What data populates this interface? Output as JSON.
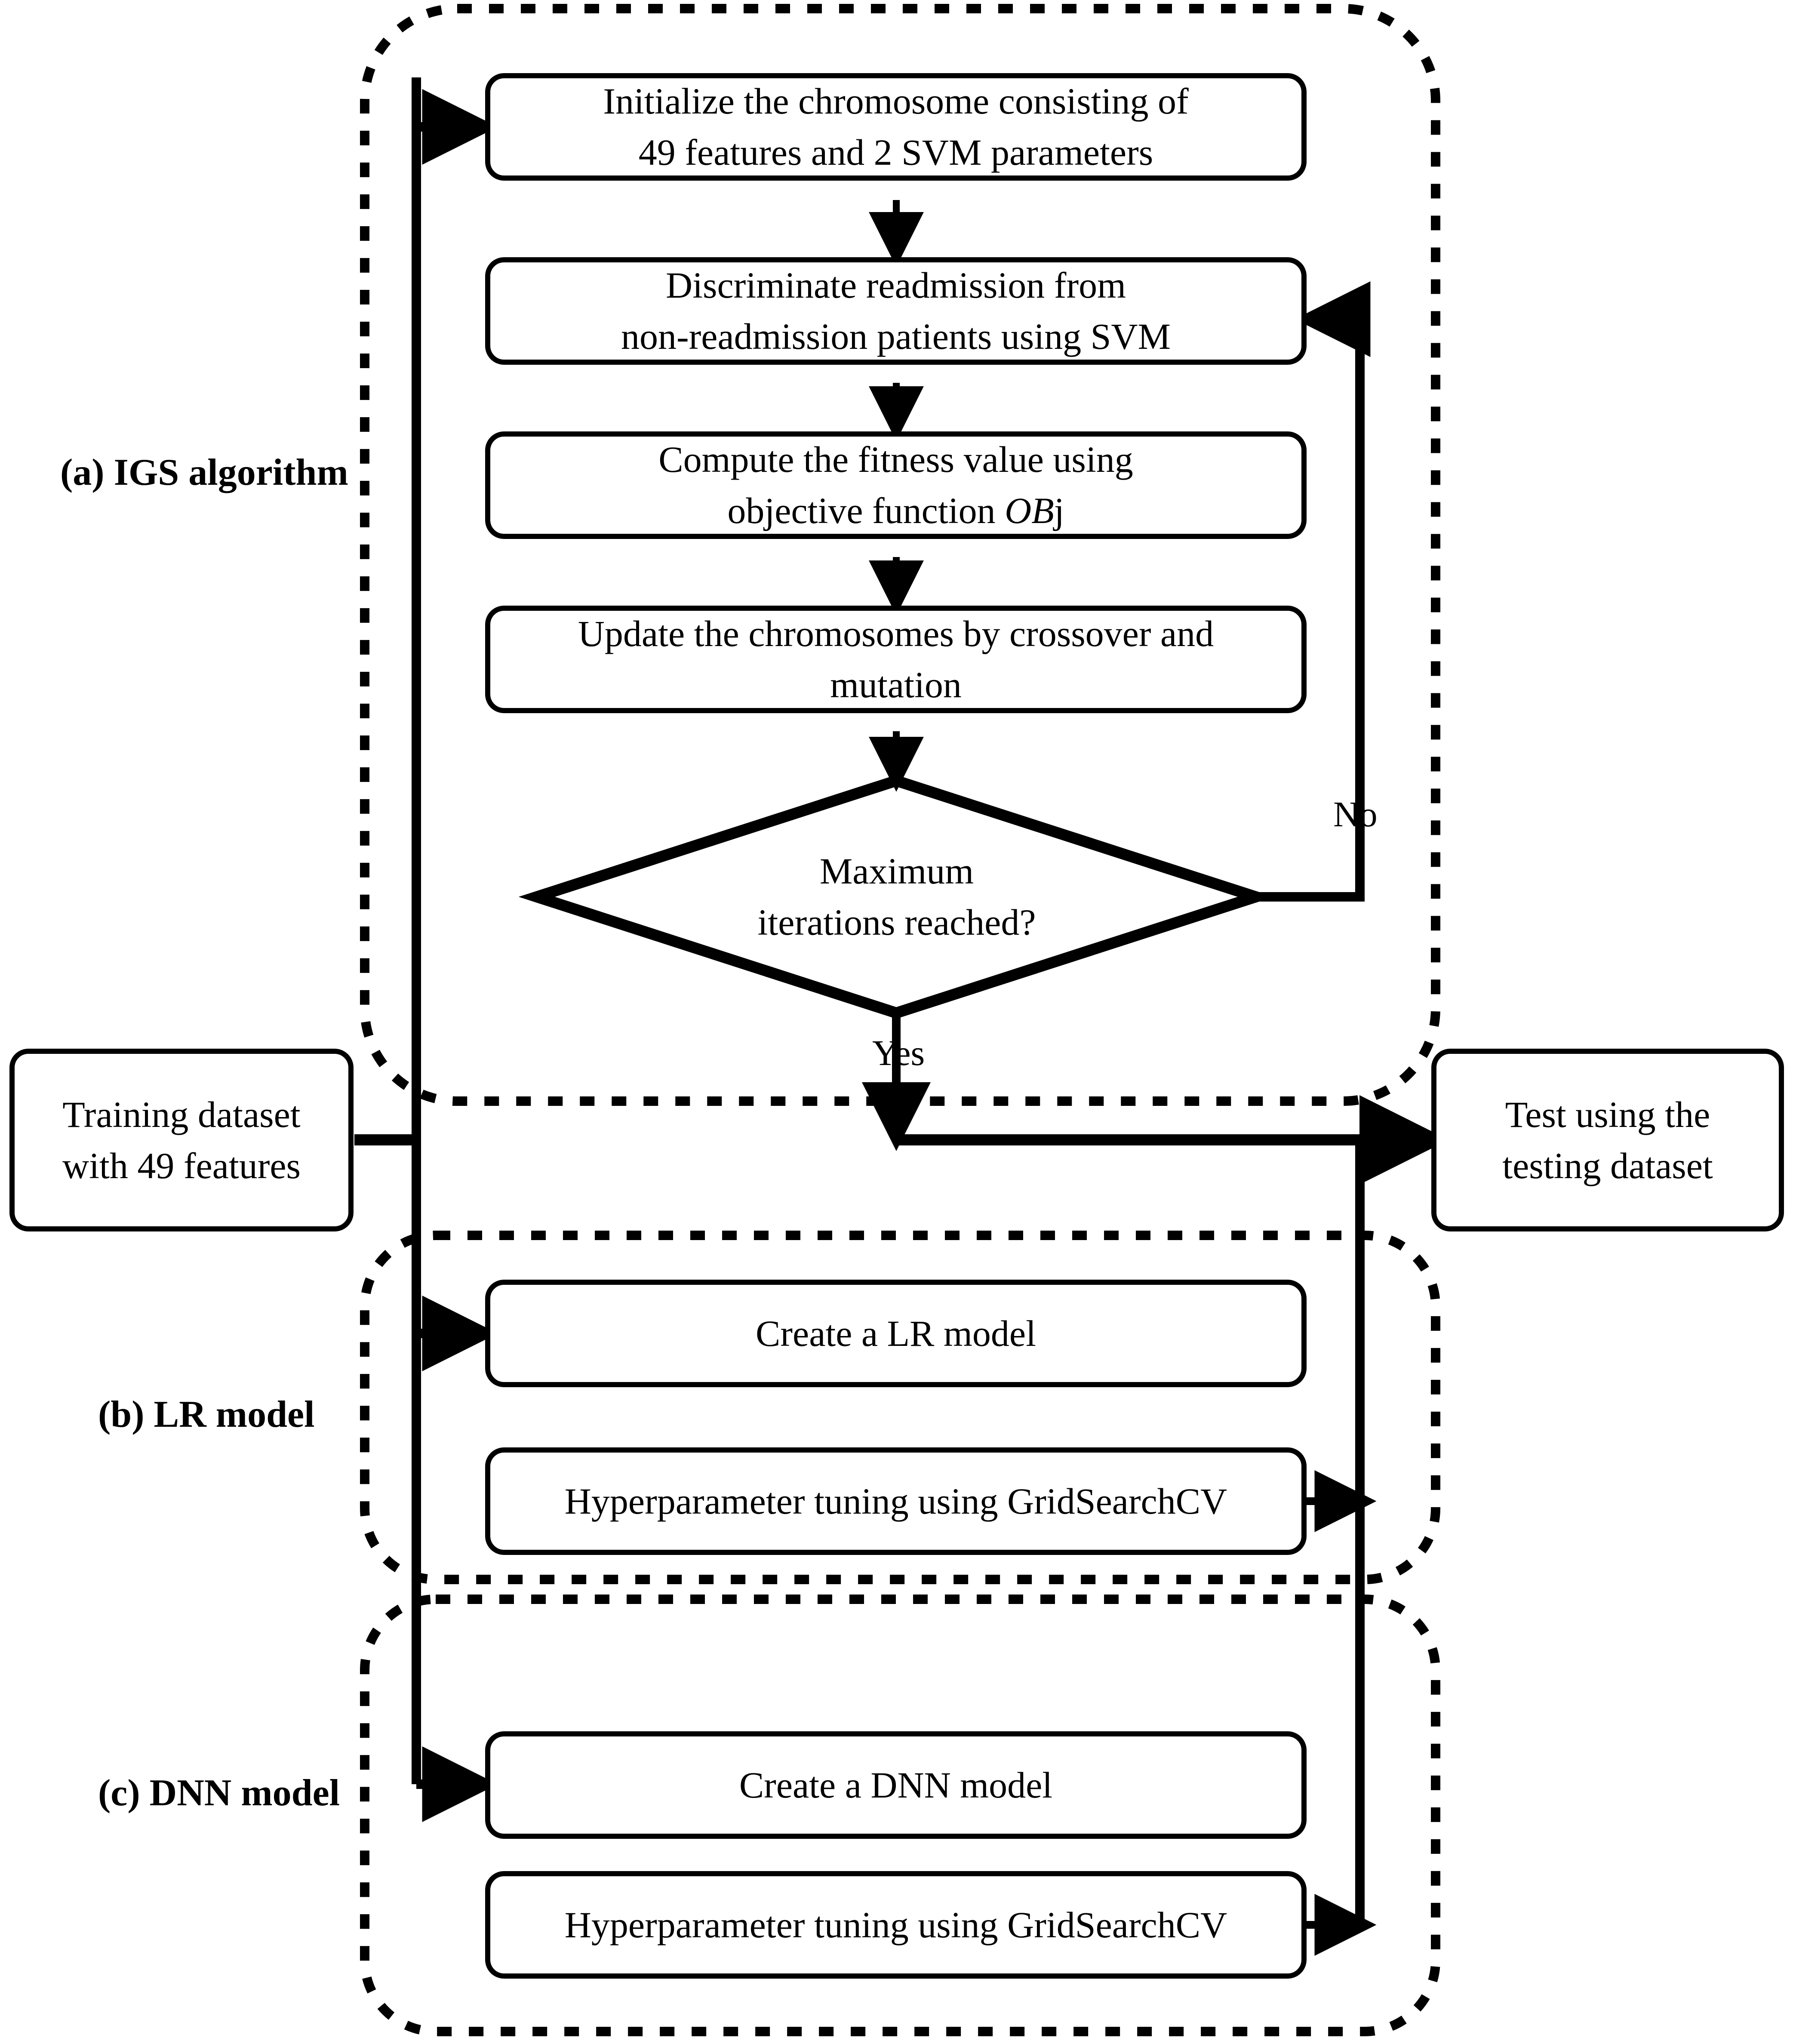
{
  "figure": {
    "type": "flowchart",
    "groups": [
      {
        "id": "igs",
        "label": "(a) IGS algorithm"
      },
      {
        "id": "lr",
        "label": "(b) LR model"
      },
      {
        "id": "dnn",
        "label": "(c) DNN model"
      }
    ],
    "nodes": {
      "initialize": "Initialize the chromosome consisting of\n49 features and 2 SVM parameters",
      "discriminate": "Discriminate readmission from\nnon-readmission patients using SVM",
      "fitness_prefix": "Compute the fitness value using\nobjective function ",
      "fitness_italic": "OB",
      "fitness_suffix": "j",
      "update": "Update the chromosomes by crossover and\nmutation",
      "decision": "Maximum\niterations reached?",
      "training": "Training dataset\nwith 49 features",
      "test": "Test using the\ntesting dataset",
      "create_lr": "Create a LR model",
      "tune_lr": "Hyperparameter tuning using GridSearchCV",
      "create_dnn": "Create a DNN model",
      "tune_dnn": "Hyperparameter tuning using GridSearchCV"
    },
    "edge_labels": {
      "no": "No",
      "yes": "Yes"
    },
    "colors": {
      "stroke": "#000000",
      "fill": "#ffffff"
    }
  }
}
